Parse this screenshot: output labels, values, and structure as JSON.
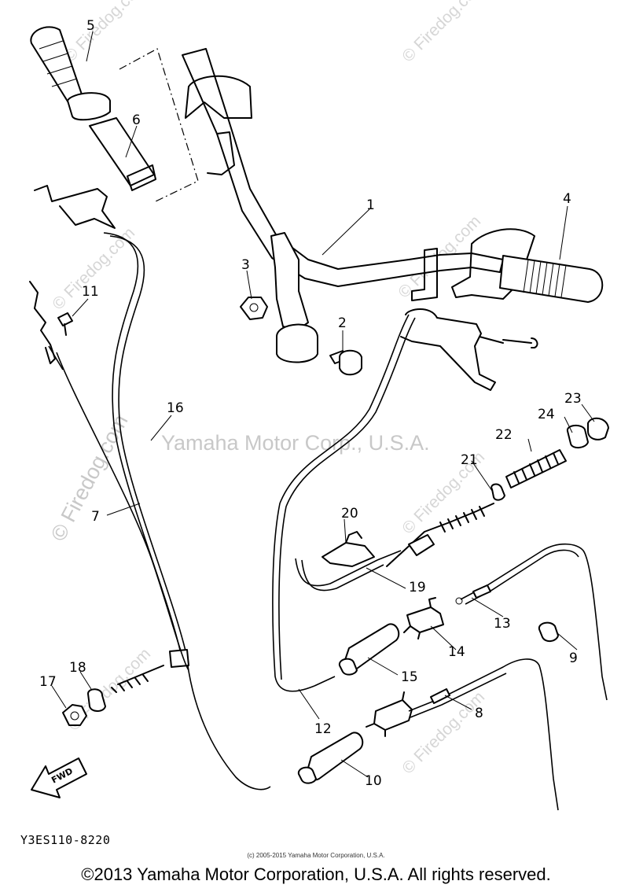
{
  "diagram": {
    "diagram_code": "Y3ES110-8220",
    "small_copyright": "(c) 2005-2015 Yamaha Motor Corporation, U.S.A.",
    "footer_copyright": "©2013 Yamaha Motor Corporation, U.S.A. All rights reserved.",
    "watermark_text": "© Firedog.com",
    "watermark_center": "Yamaha Motor Corp., U.S.A.",
    "direction_label": "FWD",
    "parts": [
      {
        "number": "1"
      },
      {
        "number": "2"
      },
      {
        "number": "3"
      },
      {
        "number": "4"
      },
      {
        "number": "5"
      },
      {
        "number": "6"
      },
      {
        "number": "7"
      },
      {
        "number": "8"
      },
      {
        "number": "9"
      },
      {
        "number": "10"
      },
      {
        "number": "11"
      },
      {
        "number": "12"
      },
      {
        "number": "13"
      },
      {
        "number": "14"
      },
      {
        "number": "15"
      },
      {
        "number": "16"
      },
      {
        "number": "17"
      },
      {
        "number": "18"
      },
      {
        "number": "19"
      },
      {
        "number": "20"
      },
      {
        "number": "21"
      },
      {
        "number": "22"
      },
      {
        "number": "23"
      },
      {
        "number": "24"
      }
    ]
  }
}
